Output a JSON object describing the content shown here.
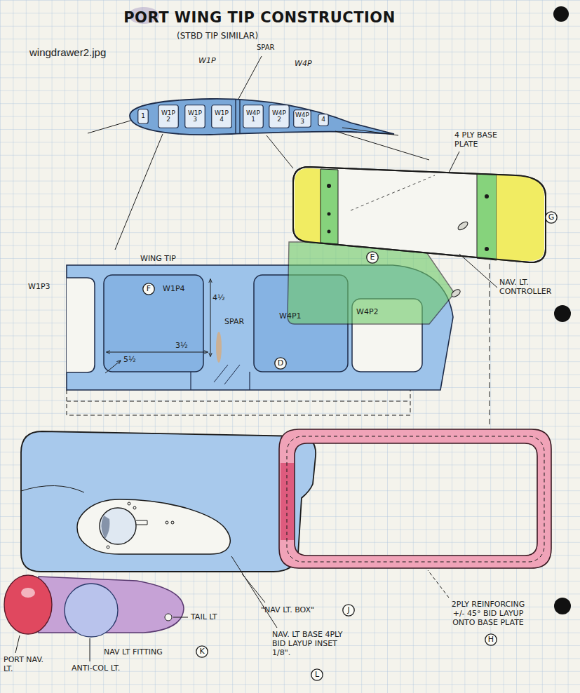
{
  "diagram": {
    "title": "PORT WING TIP CONSTRUCTION",
    "nodes": [
      {
        "text": [
          "1"
        ]
      },
      {
        "text": [
          "W1P 2"
        ]
      },
      {
        "text": [
          "W1P 3"
        ]
      },
      {
        "text": [
          "W1P 4"
        ]
      },
      {
        "text": [
          "W4P 1"
        ]
      },
      {
        "text": [
          "W4P 2"
        ]
      },
      {
        "text": [
          "W4P 3"
        ]
      },
      {
        "text": [
          "4"
        ]
      },
      {
        "text": [
          "G"
        ]
      },
      {
        "text": [
          "E"
        ]
      },
      {
        "text": [
          "F"
        ]
      },
      {
        "text": [
          "D"
        ]
      },
      {
        "text": [
          "J"
        ]
      },
      {
        "text": [
          "H"
        ]
      },
      {
        "text": [
          "K"
        ]
      },
      {
        "text": [
          "L"
        ]
      }
    ],
    "labels": [
      "(STBD TIP SIMILAR)",
      "wingdrawer2.jpg",
      "W1P",
      "SPAR",
      "W4P",
      "4 PLY BASE PLATE",
      "NAV. LT. CONTROLLER",
      "WING TIP",
      "W1P3",
      "W1P4",
      "SPAR",
      "W4P1",
      "W4P2",
      "4½",
      "3½",
      "5½",
      "\"NAV LT. BOX\"",
      "2PLY REINFORCING +/- 45° BID LAYUP ONTO BASE PLATE",
      "TAIL LT",
      "NAV LT FITTING",
      "NAV. LT BASE 4PLY BID LAYUP INSET 1/8\".",
      "PORT NAV. LT.",
      "ANTI-COL LT."
    ]
  }
}
